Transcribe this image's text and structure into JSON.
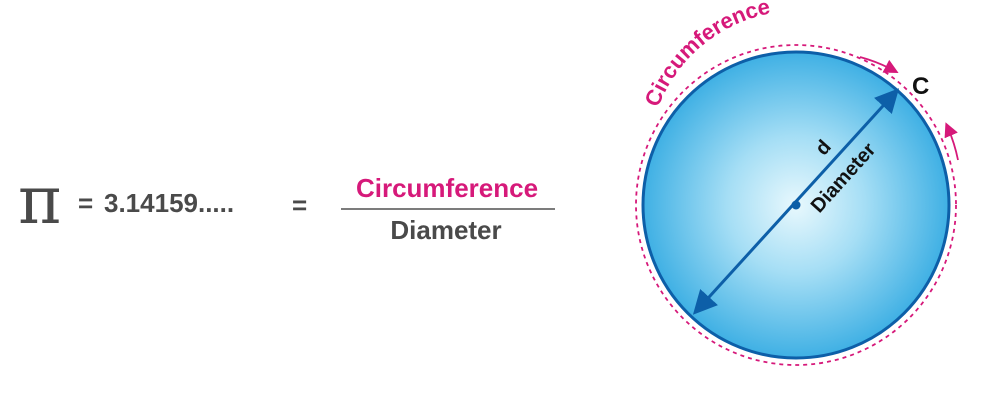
{
  "formula": {
    "symbol": "π",
    "equals_1": "=",
    "value": "3.14159.....",
    "equals_2": "=",
    "numerator": "Circumference",
    "denominator": "Diameter"
  },
  "circle_diagram": {
    "circumference_label": "Circumference",
    "point_label": "C",
    "diameter_symbol": "d",
    "diameter_label": "Diameter"
  },
  "colors": {
    "accent": "#d6197a",
    "text_gray": "#4a4a4a",
    "circle_fill_center": "#dff4fc",
    "circle_fill_edge": "#4fb9e8",
    "circle_stroke": "#0d5fa8",
    "diameter_line": "#0d5fa8",
    "label_dark": "#111111"
  }
}
